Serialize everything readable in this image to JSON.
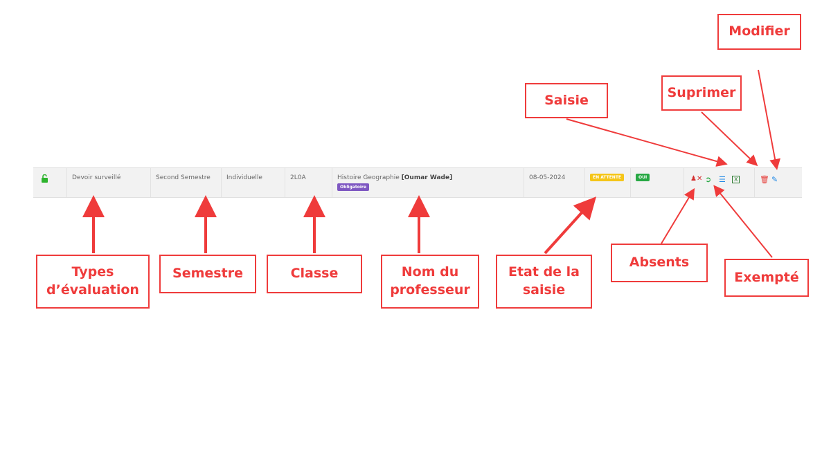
{
  "row": {
    "type": "Devoir surveillé",
    "semester": "Second Semestre",
    "mode": "Individuelle",
    "class": "2L0A",
    "subject": "Histoire Geographie",
    "teacher": "[Oumar Wade]",
    "tag": "Obligatoire",
    "date": "08-05-2024",
    "status": "EN ATTENTE",
    "validated": "OUI"
  },
  "labels": {
    "types": "Types d’évaluation",
    "semestre": "Semestre",
    "classe": "Classe",
    "prof": "Nom du professeur",
    "etat": "Etat de la saisie",
    "absents": "Absents",
    "exempte": "Exempté",
    "saisie": "Saisie",
    "suprimer": "Suprimer",
    "modifier": "Modifier"
  },
  "colors": {
    "accent": "#ef3b3b",
    "tag": "#7e57c2",
    "pending": "#f5c518",
    "ok": "#27a844"
  },
  "icons": [
    "unlock-icon",
    "absent-user-icon",
    "exempt-icon",
    "list-icon",
    "excel-icon",
    "trash-icon",
    "pencil-icon"
  ]
}
